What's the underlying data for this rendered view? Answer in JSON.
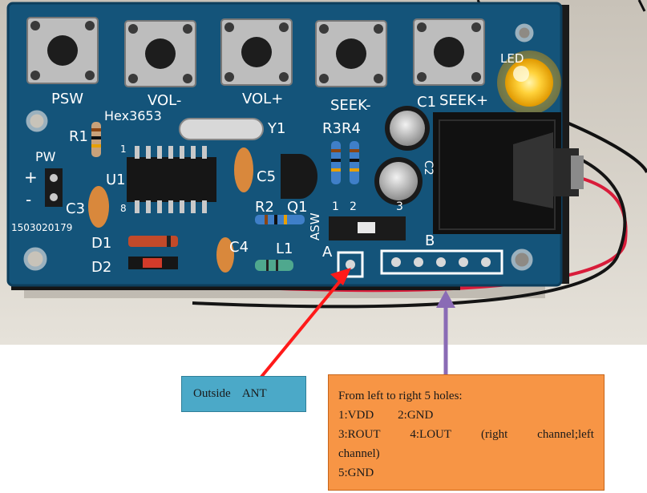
{
  "silkscreen": {
    "psw": "PSW",
    "vol_minus": "VOL-",
    "vol_plus": "VOL+",
    "seek_minus": "SEEK-",
    "seek_plus": "SEEK+",
    "led": "LED",
    "hex_label": "Hex3653",
    "y1": "Y1",
    "r1": "R1",
    "u1": "U1",
    "pw": "PW",
    "plus": "+",
    "minus": "-",
    "c3": "C3",
    "serial": "1503020179",
    "c5": "C5",
    "r2": "R2",
    "q1": "Q1",
    "r3r4": "R3R4",
    "c1": "C1",
    "c2": "C2",
    "asw": "ASW",
    "sw_1": "1",
    "sw_2": "2",
    "sw_3": "3",
    "d1": "D1",
    "d2": "D2",
    "c4": "C4",
    "l1": "L1",
    "a": "A",
    "b": "B",
    "chip_pin1": "1",
    "chip_pin8": "8"
  },
  "callouts": {
    "antenna": "Outside    ANT",
    "holes": {
      "line1": "From left to right 5 holes:",
      "line2a": "1:VDD",
      "line2b": "2:GND",
      "line3a": "3:ROUT",
      "line3b": "4:LOUT",
      "line3c": "(right",
      "line3d": "channel;left",
      "line4": "channel)",
      "line5": "5:GND"
    }
  },
  "colors": {
    "pcb": "#14547a",
    "background": "#ffffff",
    "led": "#ffd23a",
    "antenna_arrow": "#ff1a1a",
    "holes_arrow": "#8a6bb5",
    "antenna_box": "#4ba9c8",
    "holes_box": "#f79545"
  }
}
